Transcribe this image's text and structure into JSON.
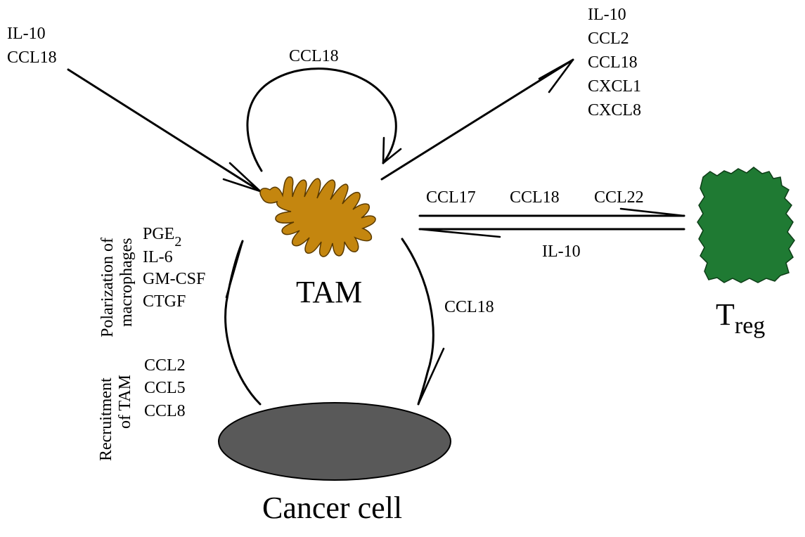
{
  "colors": {
    "tam": "#c4860f",
    "tam_outline": "#5a3a00",
    "treg": "#1f7a33",
    "treg_outline": "#0d3d17",
    "cancer_cell": "#595959",
    "cancer_outline": "#000000",
    "ink": "#000000",
    "background": "#ffffff"
  },
  "nodes": {
    "tam": {
      "label": "TAM"
    },
    "treg": {
      "label": "T",
      "subscript": "reg"
    },
    "cancer": {
      "label": "Cancer cell"
    }
  },
  "labels": {
    "input_top_left": [
      "IL-10",
      "CCL18"
    ],
    "autocrine": "CCL18",
    "output_top_right": [
      "IL-10",
      "CCL2",
      "CCL18",
      "CXCL1",
      "CXCL8"
    ],
    "tam_to_treg": [
      "CCL17",
      "CCL18",
      "CCL22"
    ],
    "treg_to_tam": "IL-10",
    "tam_to_cancer": "CCL18",
    "polarization": {
      "title_lines": [
        "Polarization of",
        "macrophages"
      ],
      "items": [
        {
          "text": "PGE",
          "sub": "2"
        },
        {
          "text": "IL-6",
          "sub": ""
        },
        {
          "text": "GM-CSF",
          "sub": ""
        },
        {
          "text": "CTGF",
          "sub": ""
        }
      ]
    },
    "recruitment": {
      "title_lines": [
        "Recruitment",
        "of TAM"
      ],
      "items": [
        "CCL2",
        "CCL5",
        "CCL8"
      ]
    }
  }
}
